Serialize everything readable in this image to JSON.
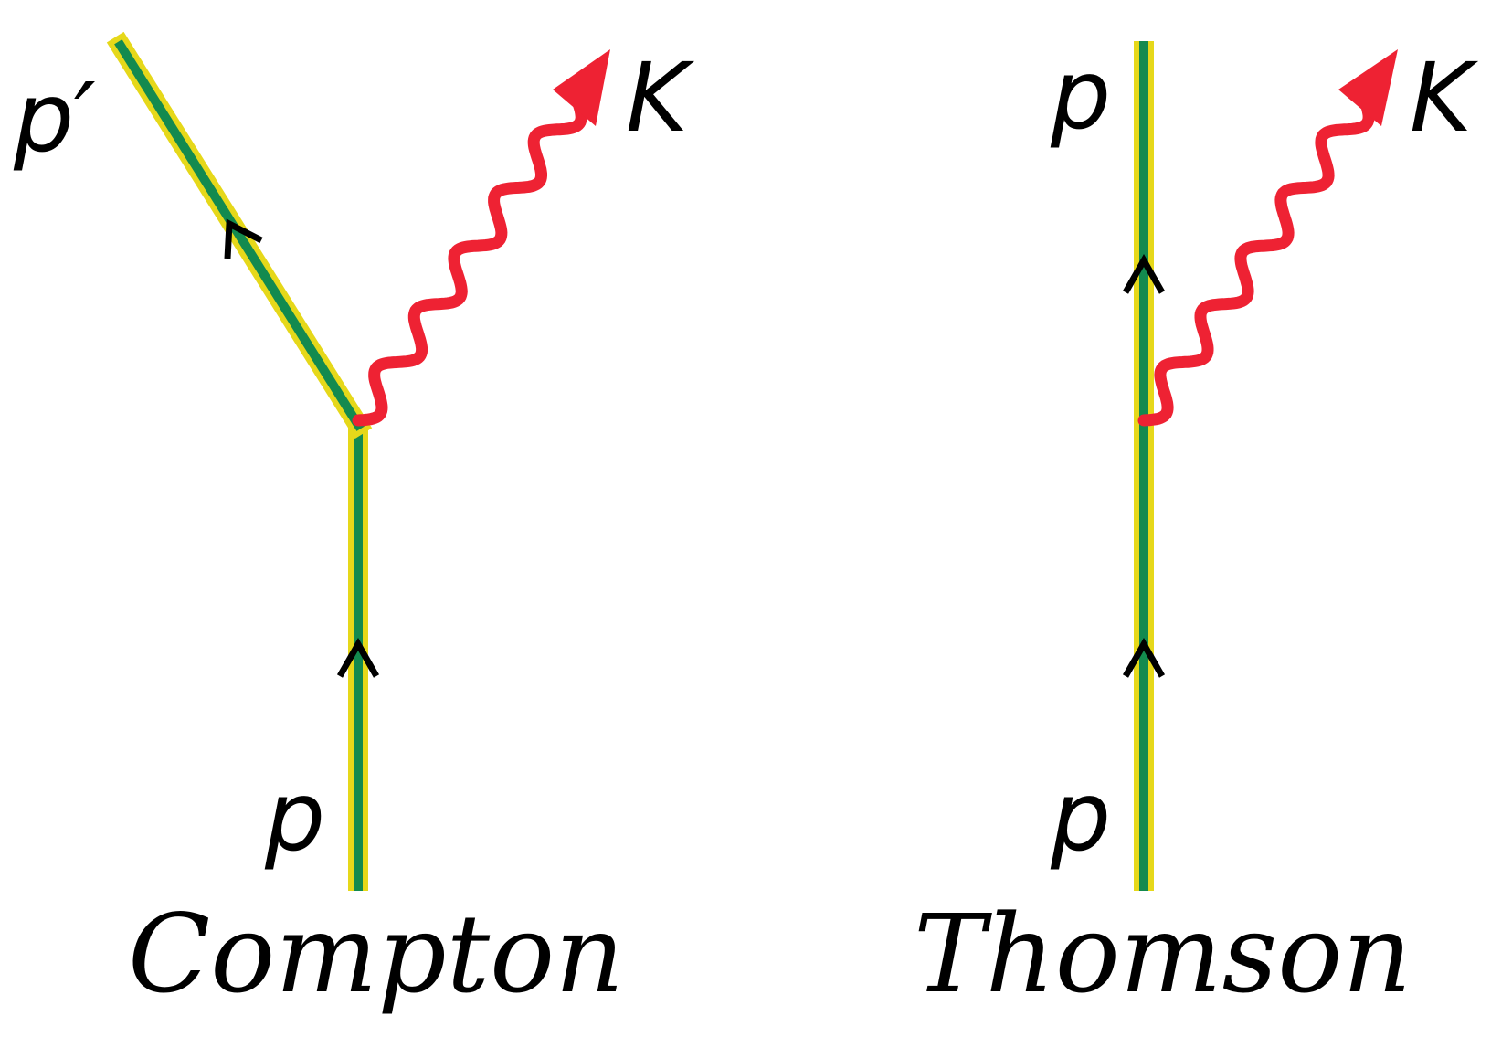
{
  "colors": {
    "line_outer": "#e6d81a",
    "line_inner": "#138a4f",
    "photon": "#ee2233",
    "arrow": "#000000",
    "background": "#ffffff"
  },
  "diagrams": [
    {
      "id": "compton",
      "caption": "Compton",
      "labels": {
        "incoming": "p",
        "outgoing": "p′",
        "photon": "K"
      }
    },
    {
      "id": "thomson",
      "caption": "Thomson",
      "labels": {
        "incoming": "p",
        "outgoing": "p",
        "photon": "K"
      }
    }
  ]
}
